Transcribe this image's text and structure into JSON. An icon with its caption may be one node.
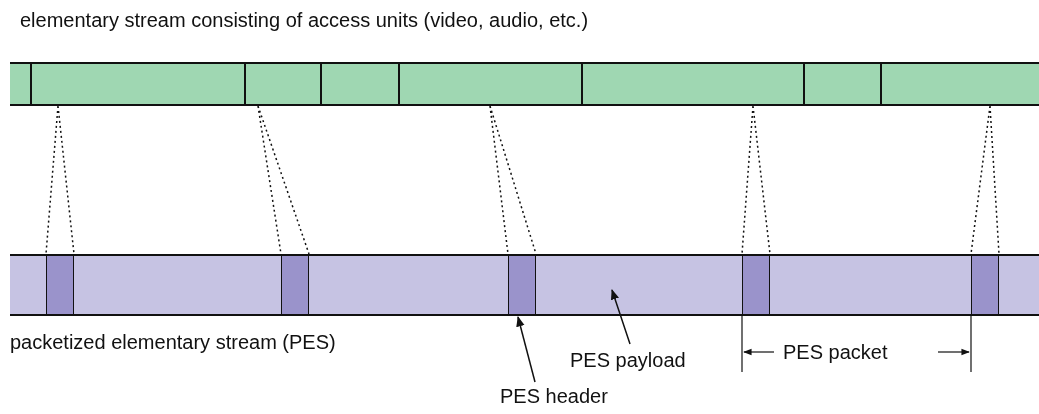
{
  "diagram": {
    "nodes": [
      {
        "text": [
          "elementary stream consisting of access units (video, audio, etc.)"
        ]
      },
      {
        "text": [],
        "shape": "box",
        "in": 0
      },
      {
        "text": [],
        "shape": "box",
        "in": 0
      },
      {
        "text": [],
        "shape": "box",
        "in": 0
      },
      {
        "text": [],
        "shape": "box",
        "in": 0
      },
      {
        "text": [],
        "shape": "box",
        "in": 0
      },
      {
        "text": [],
        "shape": "box",
        "in": 0
      },
      {
        "text": [],
        "shape": "box",
        "in": 0
      },
      {
        "text": [],
        "shape": "box",
        "in": 0
      },
      {
        "text": [
          "packetized elementary stream (PES)"
        ]
      },
      {
        "text": [],
        "shape": "box",
        "in": 9
      },
      {
        "text": [],
        "shape": "box",
        "in": 9
      },
      {
        "text": [],
        "shape": "box",
        "in": 9
      },
      {
        "text": [],
        "shape": "box",
        "in": 9
      },
      {
        "text": [],
        "shape": "box",
        "in": 9
      },
      {
        "text": [
          "PES payload"
        ]
      },
      {
        "text": [
          "PES header"
        ]
      }
    ],
    "edges": [
      {
        "from": 2,
        "to": 10,
        "arrow": "none",
        "style": "dashed"
      },
      {
        "from": 3,
        "to": 11,
        "arrow": "none",
        "style": "dashed"
      },
      {
        "from": 5,
        "to": 12,
        "arrow": "none",
        "style": "dashed"
      },
      {
        "from": 6,
        "to": 13,
        "arrow": "none",
        "style": "dashed"
      },
      {
        "from": 8,
        "to": 14,
        "arrow": "none",
        "style": "dashed"
      },
      {
        "from": 15,
        "to": 9,
        "arrow": "to"
      },
      {
        "from": 16,
        "to": 12,
        "arrow": "to"
      }
    ],
    "labels": [
      "PES packet"
    ]
  }
}
